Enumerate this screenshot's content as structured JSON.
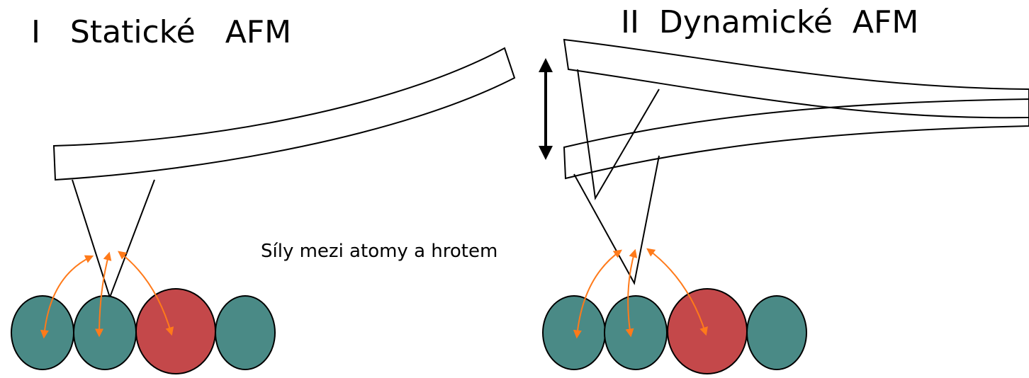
{
  "titles": {
    "static": "I   Statické   AFM",
    "dynamic": "II  Dynamické  AFM"
  },
  "caption": "Síly mezi atomy a hrotem",
  "colors": {
    "atom_teal": "#4a8a86",
    "atom_red": "#c4484a",
    "force_arrow": "#ff7a1a",
    "outline": "#000000",
    "background": "#ffffff"
  }
}
